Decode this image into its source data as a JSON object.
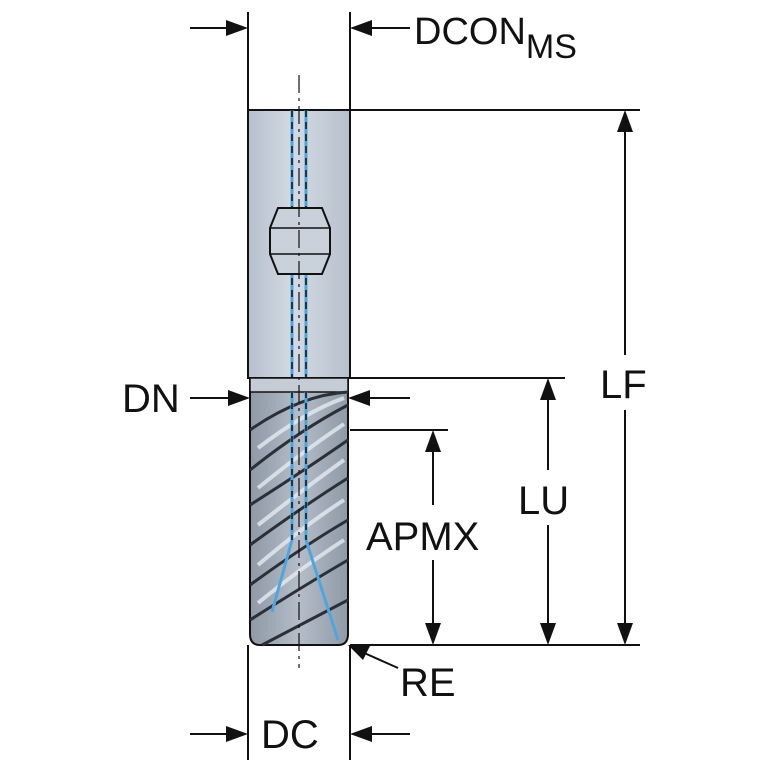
{
  "labels": {
    "dcon": "DCON",
    "dcon_sub": "MS",
    "lf": "LF",
    "dn": "DN",
    "lu": "LU",
    "apmx": "APMX",
    "re": "RE",
    "dc": "DC"
  },
  "colors": {
    "shank": "#c3ccd8",
    "flutes": "#a4aeba",
    "coolant": "#4fa6dd",
    "line": "#111111"
  }
}
